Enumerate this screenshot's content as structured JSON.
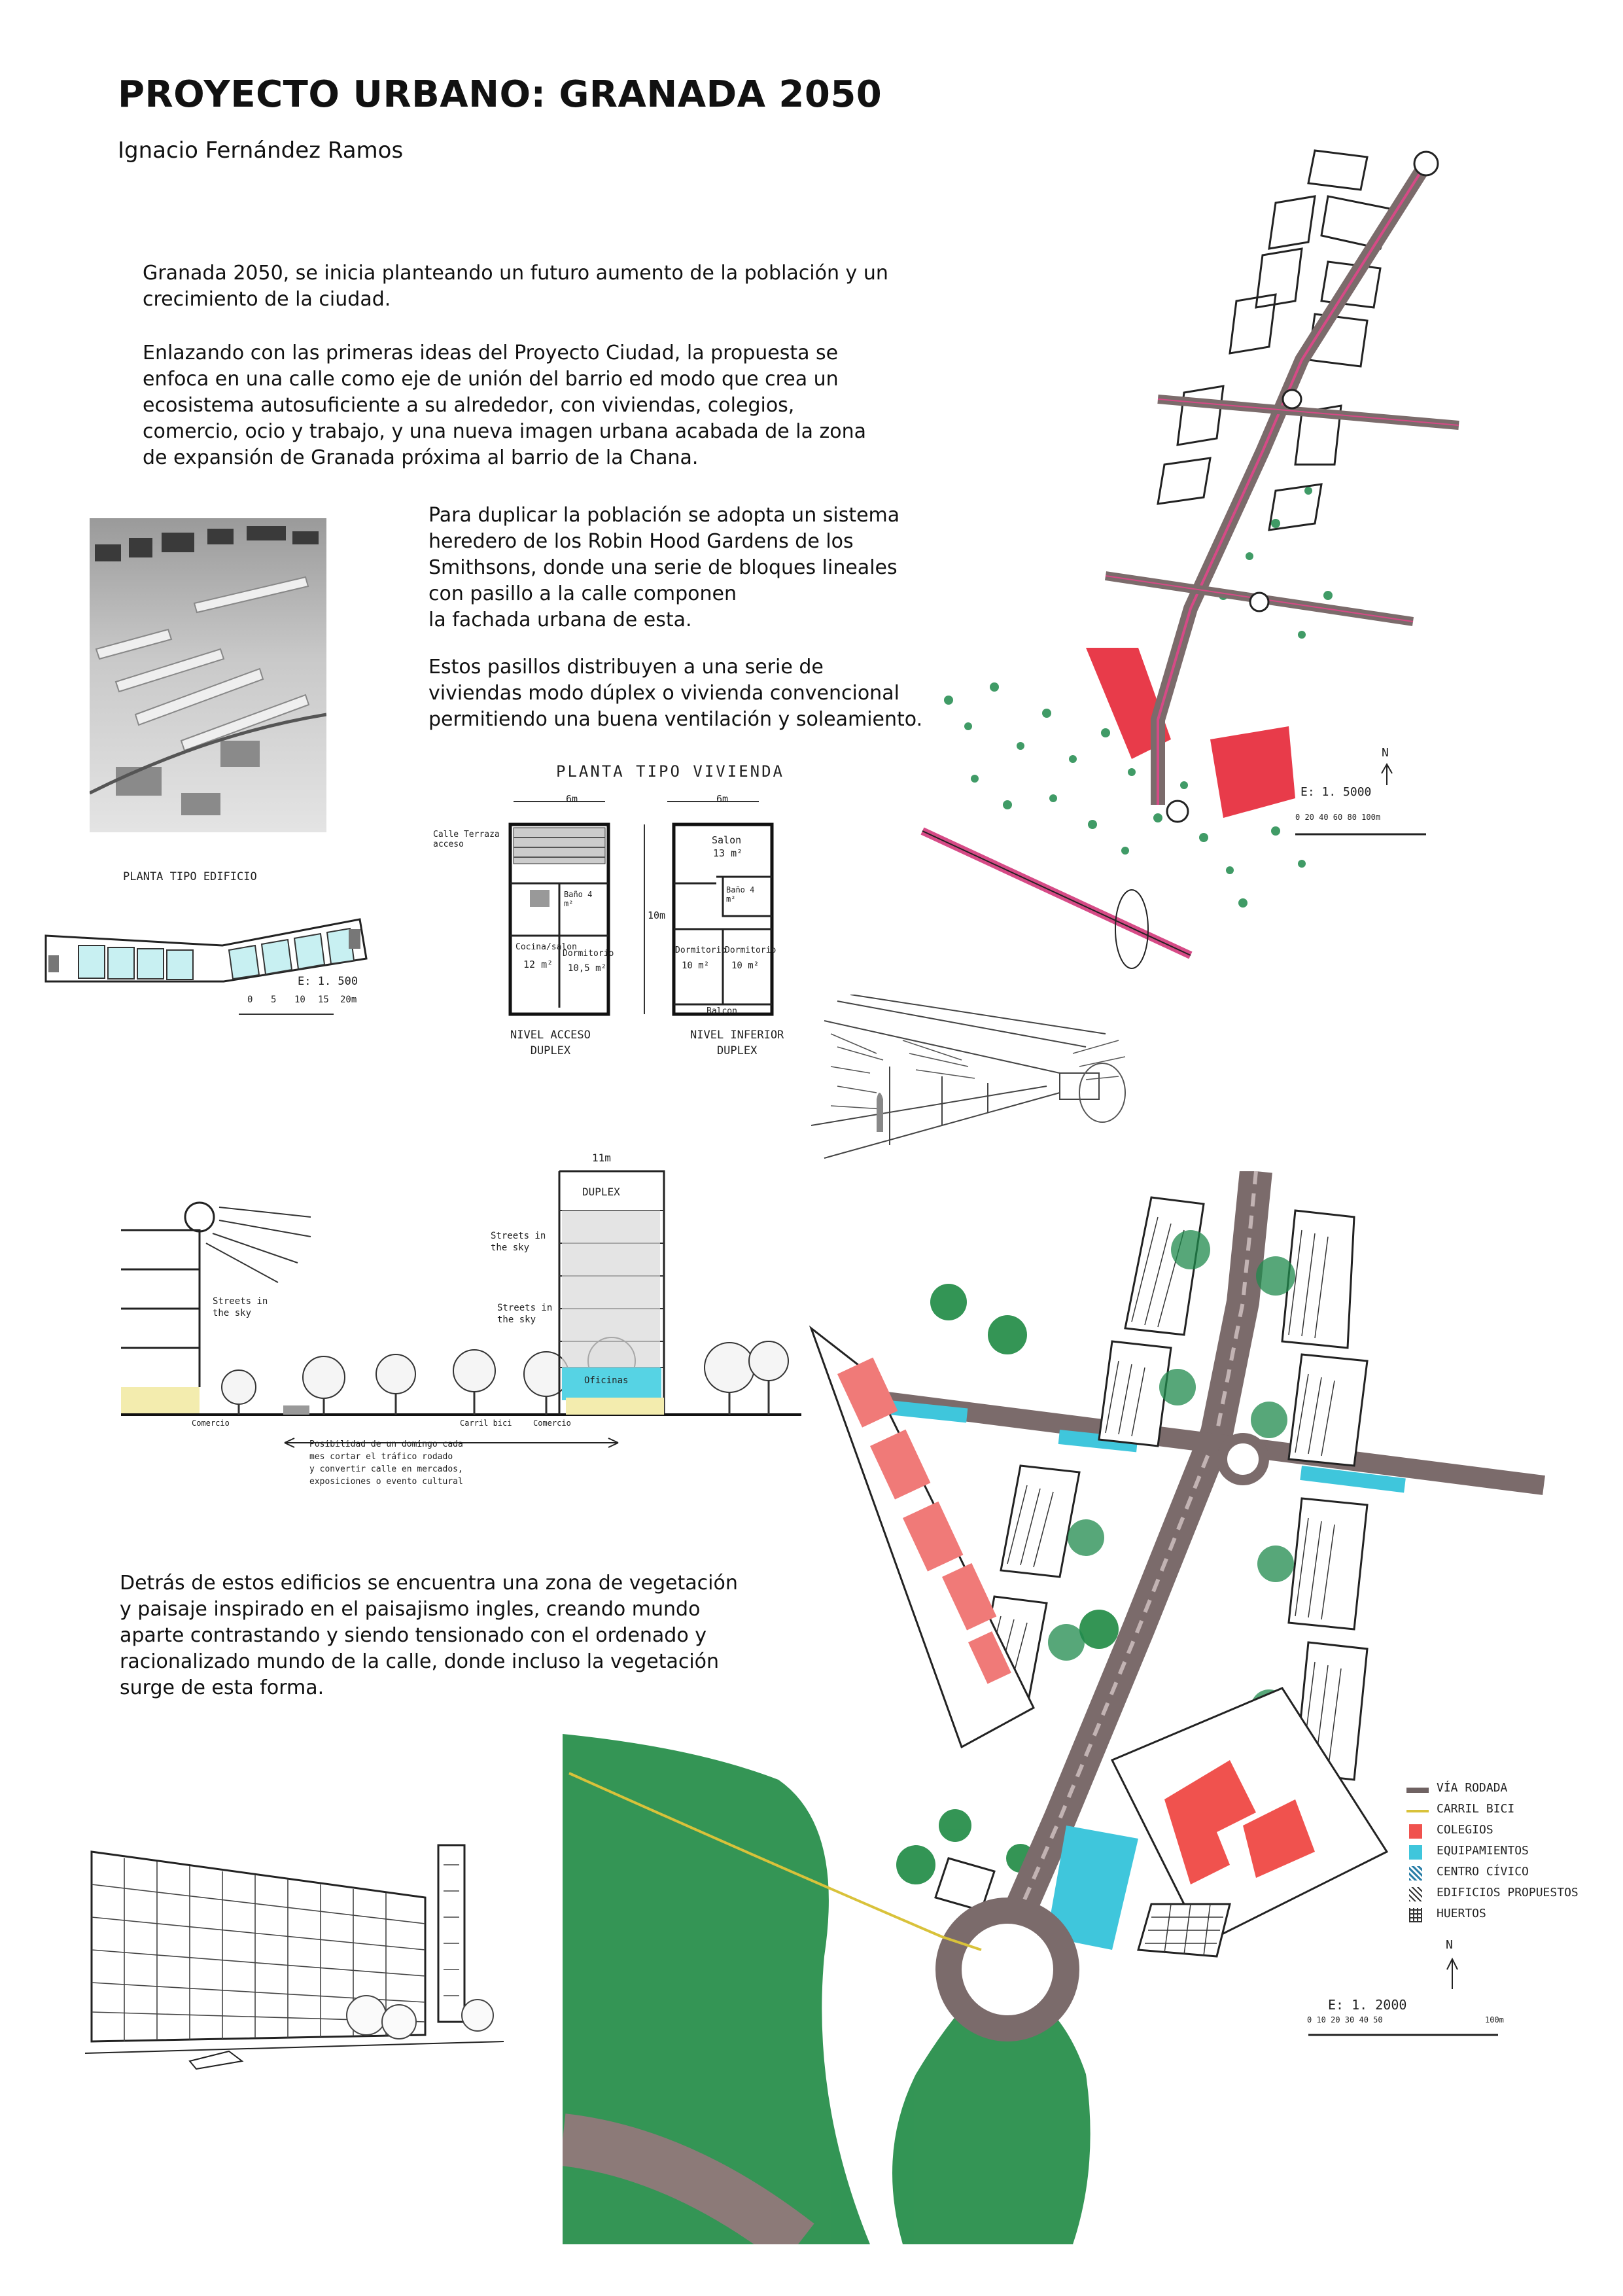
{
  "header": {
    "title": "PROYECTO URBANO: GRANADA 2050",
    "author": "Ignacio Fernández Ramos"
  },
  "text": {
    "intro_1": "Granada 2050, se inicia planteando un futuro aumento de la población y un\ncrecimiento de la ciudad.",
    "intro_2": "Enlazando con las primeras ideas del Proyecto Ciudad, la propuesta se\nenfoca en una calle como eje de unión del barrio ed modo que crea un\necosistema autosuficiente a su alrededor, con viviendas, colegios,\ncomercio, ocio y trabajo, y una nueva imagen urbana acabada de la zona\nde expansión de Granada próxima al barrio de la Chana.",
    "robin_1": "Para duplicar la población se adopta un sistema\nheredero de los Robin Hood Gardens de los\nSmithsons, donde una serie de bloques lineales\ncon pasillo a la calle componen\nla fachada urbana de esta.",
    "robin_2": "Estos pasillos distribuyen a una serie de\nviviendas modo dúplex o vivienda convencional\npermitiendo una buena ventilación y soleamiento.",
    "vegetation": "Detrás de estos edificios se encuentra una zona de vegetación\ny paisaje inspirado en el paisajismo ingles, creando mundo\naparte contrastando y siendo tensionado con el ordenado y\nracionalizado mundo de la calle, donde incluso la vegetación\nsurge de esta forma."
  },
  "sketches": {
    "planta_edificio": {
      "title": "PLANTA TIPO EDIFICIO",
      "scale": "E: 1. 500",
      "ticks": [
        "0",
        "5",
        "10",
        "15",
        "20m"
      ]
    },
    "planta_vivienda": {
      "title": "PLANTA TIPO VIVIENDA",
      "width_left": "6m",
      "width_right": "6m",
      "height": "10m",
      "calle_terraza": "Calle Terraza acceso",
      "salon": "Salon",
      "salon_area": "13 m²",
      "bano_top": "Baño 4 m²",
      "bano_right": "Baño 4 m²",
      "cocina": "Cocina/salon",
      "cocina_area": "12 m²",
      "dormitorio_1": "Dormitorio",
      "dormitorio_1_area": "10,5 m²",
      "dormitorio_2": "Dormitorio",
      "dormitorio_2_area": "10 m²",
      "dormitorio_3": "Dormitorio",
      "dormitorio_3_area": "10 m²",
      "balcon": "Balcon",
      "label_left": "NIVEL ACCESO\nDUPLEX",
      "label_right": "NIVEL INFERIOR\nDUPLEX"
    },
    "section": {
      "top_dim": "11m",
      "duplex": "DUPLEX",
      "streets_sky_left": "Streets in\nthe sky",
      "streets_sky_mid": "Streets in\nthe sky",
      "streets_sky_low": "Streets in\nthe sky",
      "oficinas": "Oficinas",
      "comercio_left": "Comercio",
      "carril_bici": "Carril bici",
      "comercio_right": "Comercio",
      "note": "Posibilidad de un domingo cada\nmes cortar el tráfico rodado\ny convertir calle en mercados,\nexposiciones o evento cultural"
    },
    "map_top": {
      "north": "N",
      "scale": "E: 1. 5000",
      "ticks": "0 20 40 60 80 100m"
    },
    "map_bottom": {
      "north": "N",
      "scale": "E: 1. 2000",
      "ticks": "0 10 20 30 40 50",
      "end_tick": "100m"
    },
    "legend": [
      {
        "label": "VÍA RODADA",
        "color": "#6f6262",
        "kind": "line"
      },
      {
        "label": "CARRIL BICI",
        "color": "#d9c23a",
        "kind": "line"
      },
      {
        "label": "COLEGIOS",
        "color": "#f0524e",
        "kind": "box"
      },
      {
        "label": "EQUIPAMIENTOS",
        "color": "#3fc6dc",
        "kind": "box"
      },
      {
        "label": "CENTRO CÍVICO",
        "color": "#2b7fa8",
        "kind": "hatch"
      },
      {
        "label": "EDIFICIOS PROPUESTOS",
        "color": "#333333",
        "kind": "hatch"
      },
      {
        "label": "HUERTOS",
        "color": "#333333",
        "kind": "grid"
      }
    ]
  },
  "colors": {
    "green": "#1f8a4c",
    "red": "#e83b4a",
    "cyan": "#3fc6dc",
    "road": "#7b6b6b",
    "pink": "#d64a86"
  }
}
